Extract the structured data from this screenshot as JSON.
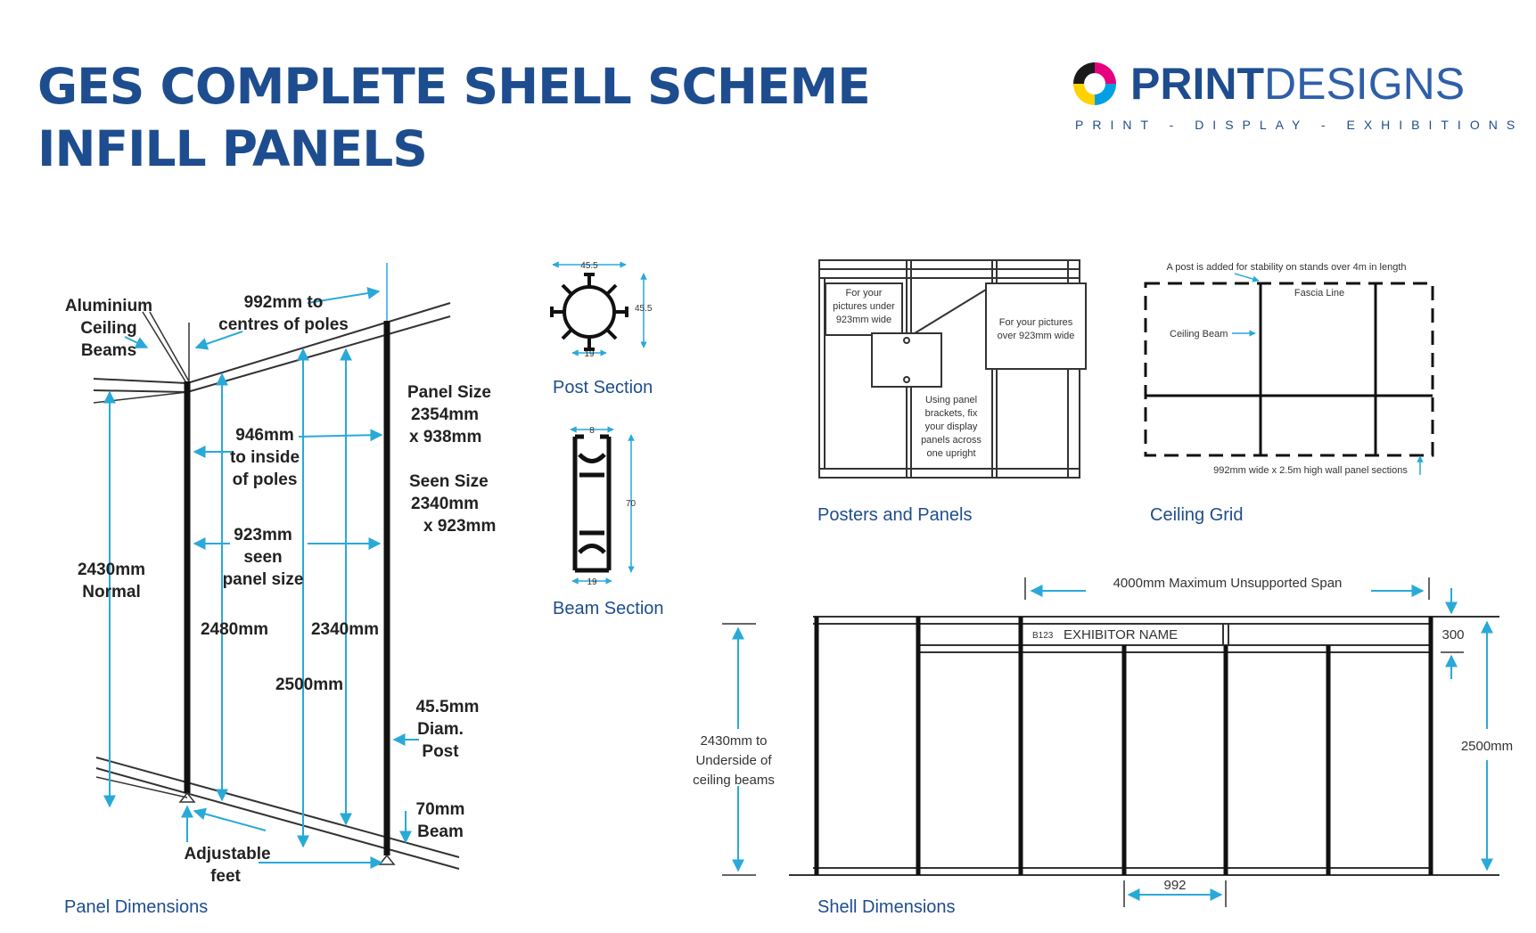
{
  "title": {
    "line1": "GES COMPLETE SHELL SCHEME",
    "line2": "INFILL PANELS"
  },
  "logo": {
    "bold": "PRINT",
    "light": "DESIGNS",
    "tagline": "PRINT - DISPLAY - EXHIBITIONS"
  },
  "colors": {
    "title": "#1e4d8f",
    "arrow": "#29a9d8",
    "line": "#111111"
  },
  "panel": {
    "caption": "Panel Dimensions",
    "beams": [
      "Aluminium",
      "Ceiling",
      "Beams"
    ],
    "centres": [
      "992mm to",
      "centres of poles"
    ],
    "inside": [
      "946mm",
      "to inside",
      "of poles"
    ],
    "seen_panel": [
      "923mm",
      "seen",
      "panel size"
    ],
    "panel_size": [
      "Panel Size",
      "2354mm",
      "x 938mm"
    ],
    "seen_size": [
      "Seen Size",
      "2340mm",
      "x 923mm"
    ],
    "normal": [
      "2430mm",
      "Normal"
    ],
    "h2480": "2480mm",
    "h2340": "2340mm",
    "h2500": "2500mm",
    "post": [
      "45.5mm",
      "Diam.",
      "Post"
    ],
    "beam": [
      "70mm",
      "Beam"
    ],
    "feet": [
      "Adjustable",
      "feet"
    ]
  },
  "post_section": {
    "caption": "Post Section",
    "width": "45.5",
    "height": "45.5",
    "inner": "19"
  },
  "beam_section": {
    "caption": "Beam Section",
    "top": "8",
    "height": "70",
    "bottom": "19"
  },
  "posters": {
    "caption": "Posters and Panels",
    "under": [
      "For your",
      "pictures under",
      "923mm wide"
    ],
    "over": [
      "For your pictures",
      "over 923mm wide"
    ],
    "brackets": [
      "Using panel",
      "brackets, fix",
      "your display",
      "panels across",
      "one upright"
    ]
  },
  "ceiling": {
    "caption": "Ceiling Grid",
    "note": "A post is added for stability on stands over 4m in length",
    "fascia": "Fascia Line",
    "beam": "Ceiling Beam",
    "bottom": "992mm wide x 2.5m high wall panel sections"
  },
  "shell": {
    "caption": "Shell Dimensions",
    "span": "4000mm Maximum Unsupported Span",
    "stand_no": "B123",
    "exhibitor": "EXHIBITOR NAME",
    "fascia": "300",
    "height": "2500mm",
    "underside": [
      "2430mm to",
      "Underside of",
      "ceiling beams"
    ],
    "panel_width": "992"
  }
}
